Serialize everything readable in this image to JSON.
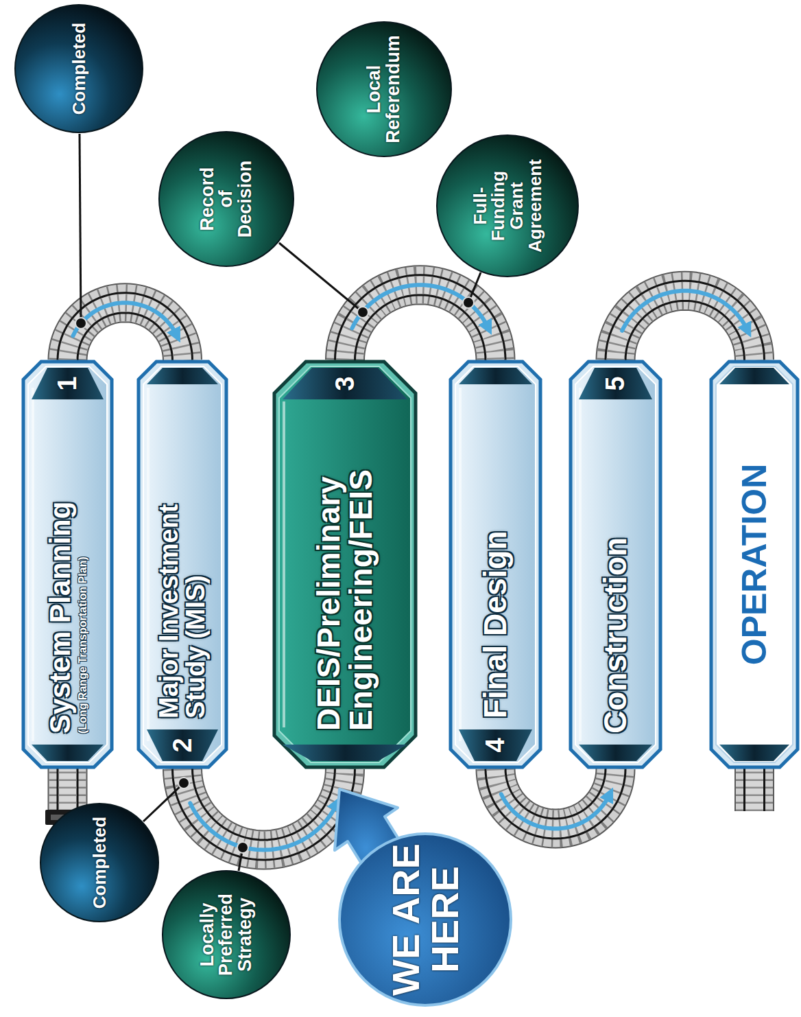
{
  "diagram": {
    "nodes": [
      {
        "text": [
          "System Planning",
          "(Long Range Transportation Plan)",
          "1"
        ]
      },
      {
        "text": [
          "Major Investment Study (MIS)",
          "2"
        ]
      },
      {
        "text": [
          "DEIS/Preliminary Engineering/FEIS",
          "3"
        ]
      },
      {
        "text": [
          "Final Design",
          "4"
        ]
      },
      {
        "text": [
          "Construction",
          "5"
        ]
      },
      {
        "text": [
          "OPERATION"
        ]
      },
      {
        "text": [
          "Completed"
        ]
      },
      {
        "text": [
          "Completed"
        ]
      },
      {
        "text": [
          "Locally Preferred Strategy"
        ]
      },
      {
        "text": [
          "WE ARE HERE"
        ]
      },
      {
        "text": [
          "Record of Decision"
        ]
      },
      {
        "text": [
          "Local Referendum"
        ]
      },
      {
        "text": [
          "Full-Funding Grant Agreement"
        ]
      }
    ],
    "edges": [
      {
        "from": 0,
        "to": 1,
        "arrow": "to"
      },
      {
        "from": 1,
        "to": 2,
        "arrow": "to"
      },
      {
        "from": 2,
        "to": 3,
        "arrow": "to"
      },
      {
        "from": 3,
        "to": 4,
        "arrow": "to"
      },
      {
        "from": 4,
        "to": 5,
        "arrow": "to"
      }
    ]
  }
}
